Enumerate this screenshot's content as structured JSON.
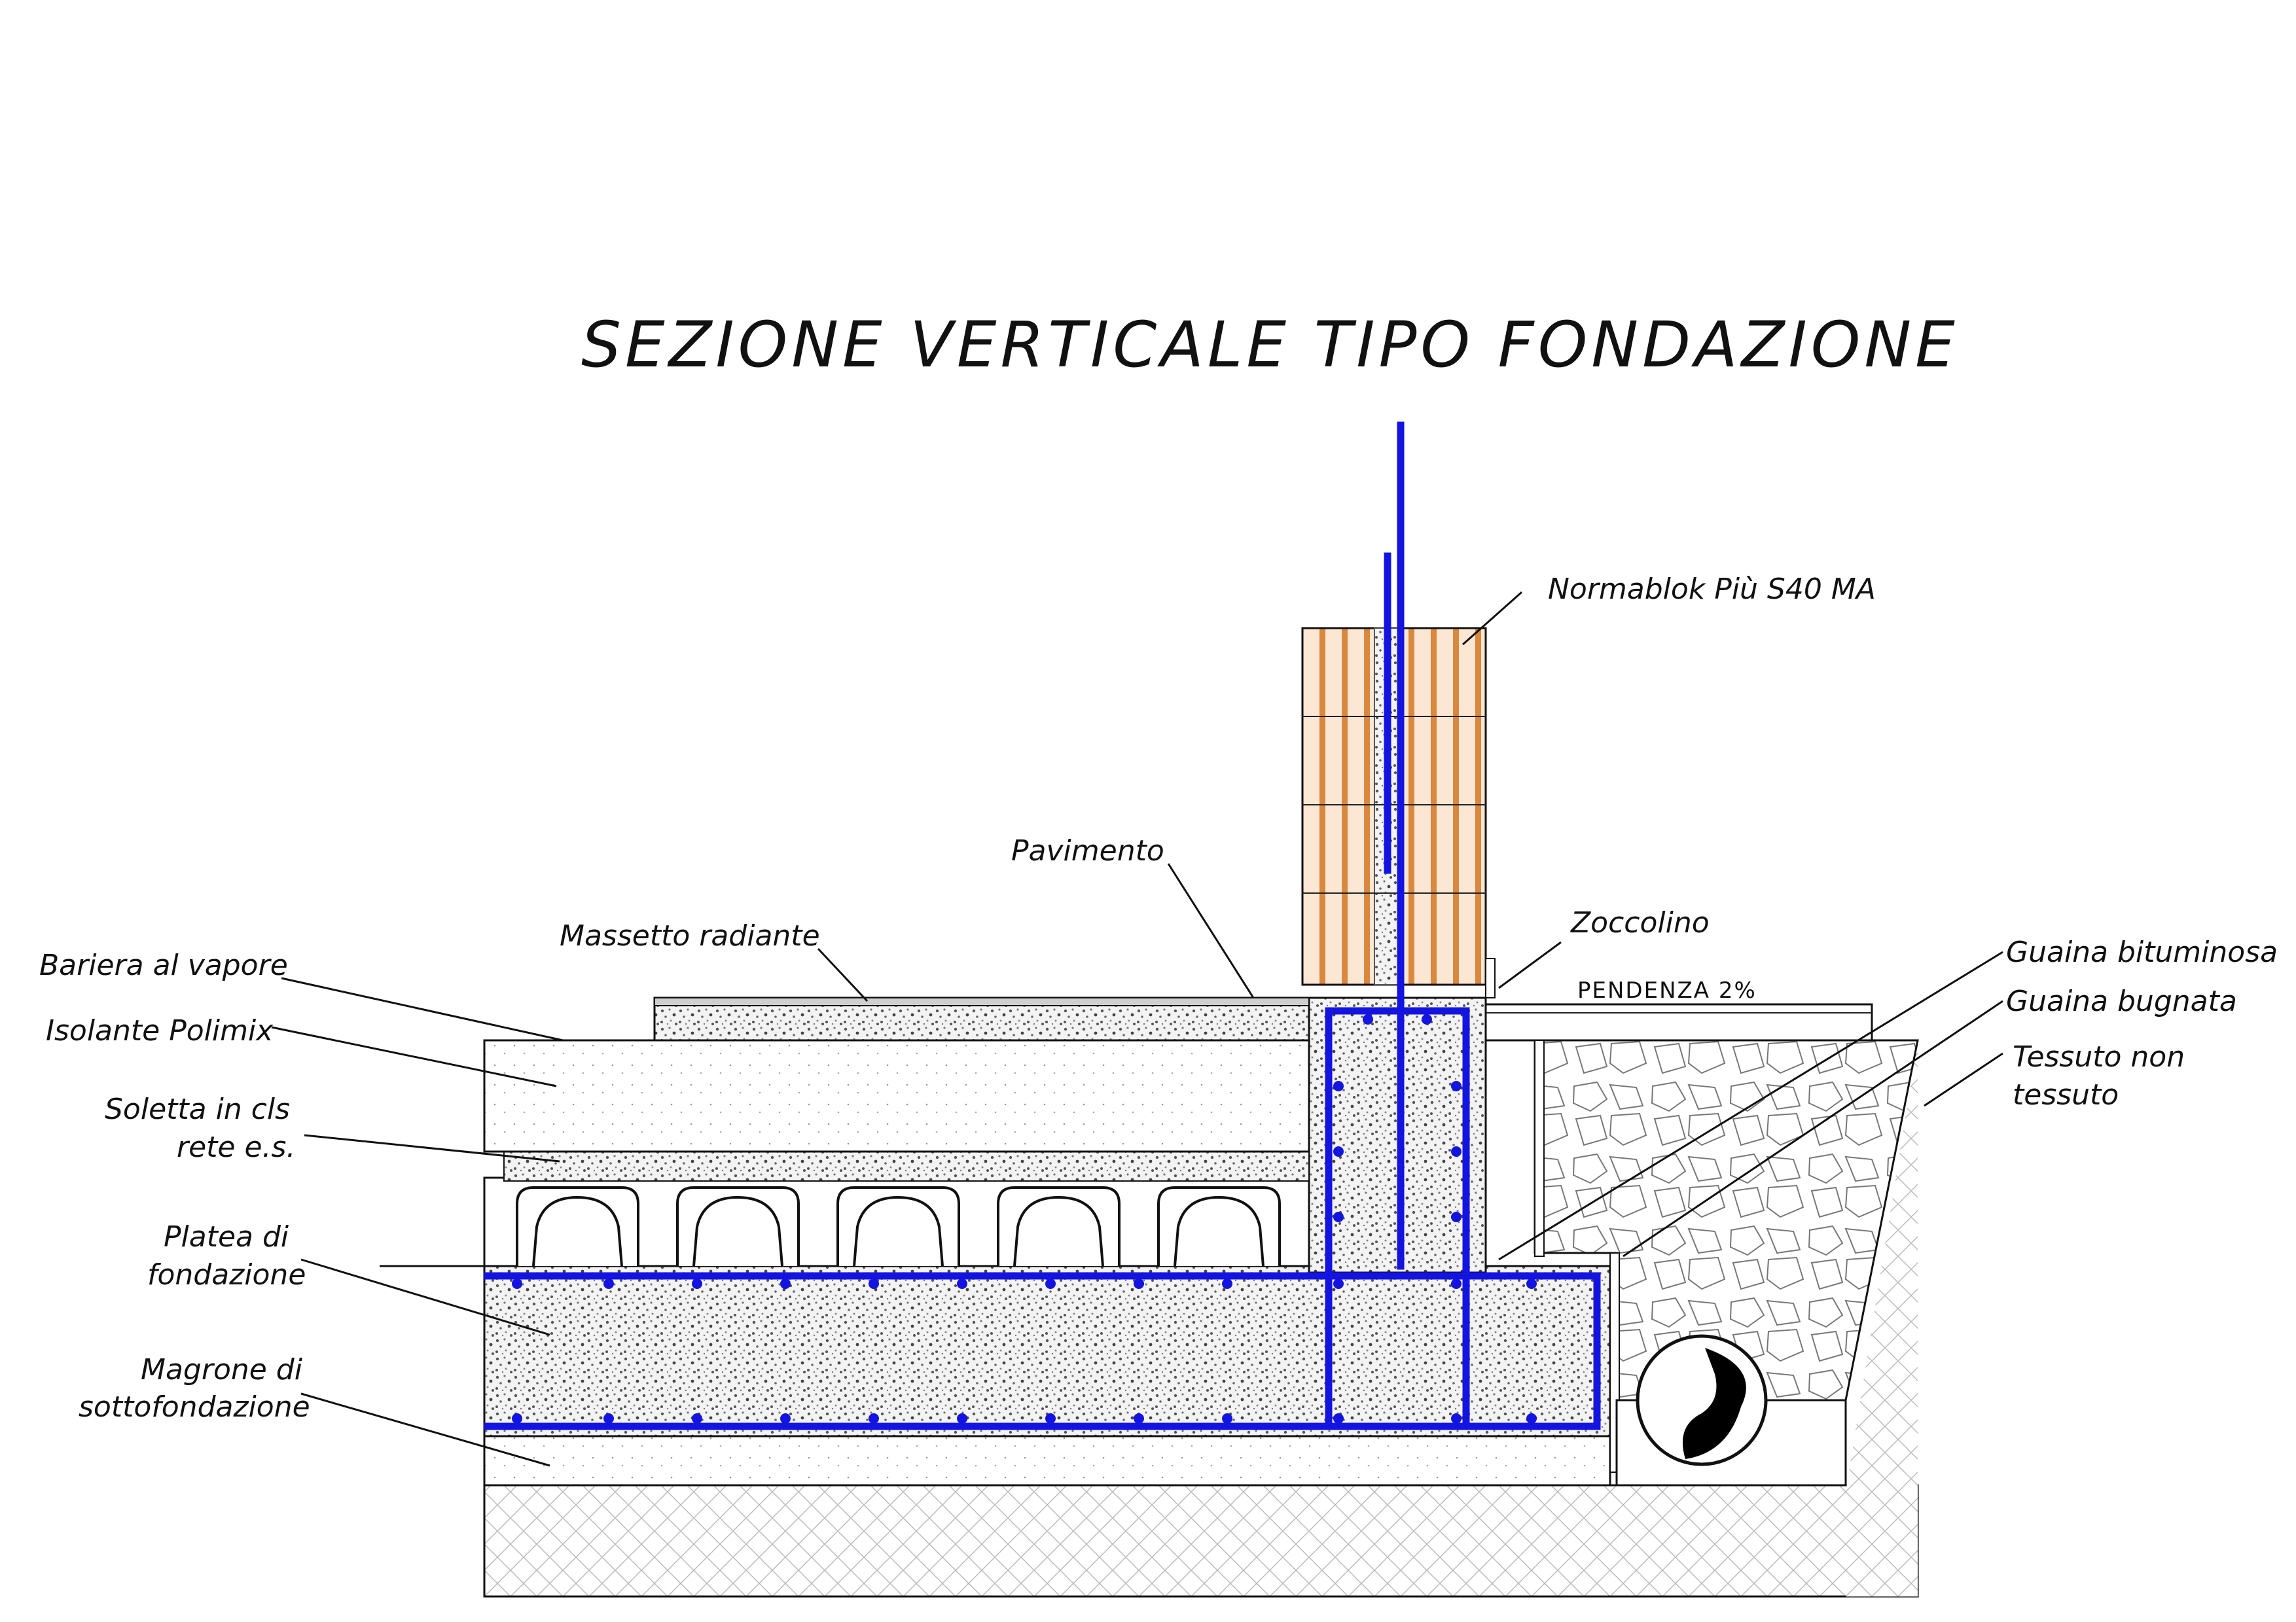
{
  "title": "SEZIONE  VERTICALE  TIPO  FONDAZIONE",
  "labels": {
    "normablok": "Normablok Più S40 MA",
    "pavimento": "Pavimento",
    "zoccolino": "Zoccolino",
    "massetto": "Massetto radiante",
    "bariera": "Bariera al vapore",
    "isolante": "Isolante Polimix",
    "soletta_1": "Soletta in cls",
    "soletta_2": "rete e.s.",
    "platea_1": "Platea di",
    "platea_2": "fondazione",
    "magrone_1": "Magrone di",
    "magrone_2": "sottofondazione",
    "guaina_bituminosa": "Guaina bituminosa",
    "guaina_bugnata": "Guaina bugnata",
    "tessuto_1": "Tessuto non",
    "tessuto_2": "tessuto",
    "pendenza": "PENDENZA 2%"
  },
  "colors": {
    "rebar": "#1414e0",
    "brick": "#e8a36a",
    "brick_strip": "#c9772f",
    "concrete": "#ececec",
    "insulation": "#f2f2f2",
    "soil": "#f6f6f6",
    "pipe": "#000000"
  }
}
